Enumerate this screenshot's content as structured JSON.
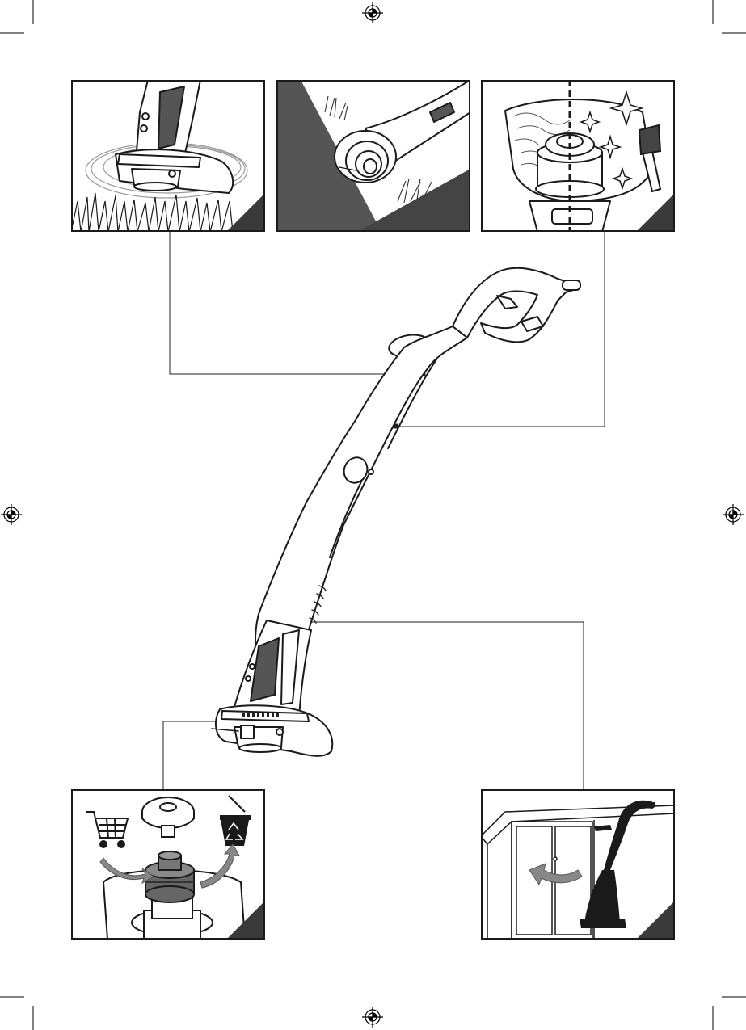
{
  "page": {
    "background": "#ffffff",
    "ink": "#1a1a1a",
    "corner_tab_color": "#3a3a3a",
    "registration_mark_icon": "crosshair-registration-icon",
    "crop_mark_icon": "crop-mark-icon"
  },
  "panels": [
    {
      "id": "cutting",
      "icon": "trimmer-cutting-grass-icon"
    },
    {
      "id": "edging",
      "icon": "trimmer-head-edge-icon"
    },
    {
      "id": "cleaning",
      "icon": "trimmer-head-clean-icon"
    },
    {
      "id": "spool-replacement",
      "icon": "spool-buy-recycle-icon"
    },
    {
      "id": "storage",
      "icon": "trimmer-storage-icon"
    }
  ],
  "product": {
    "icon": "grass-trimmer-icon"
  }
}
